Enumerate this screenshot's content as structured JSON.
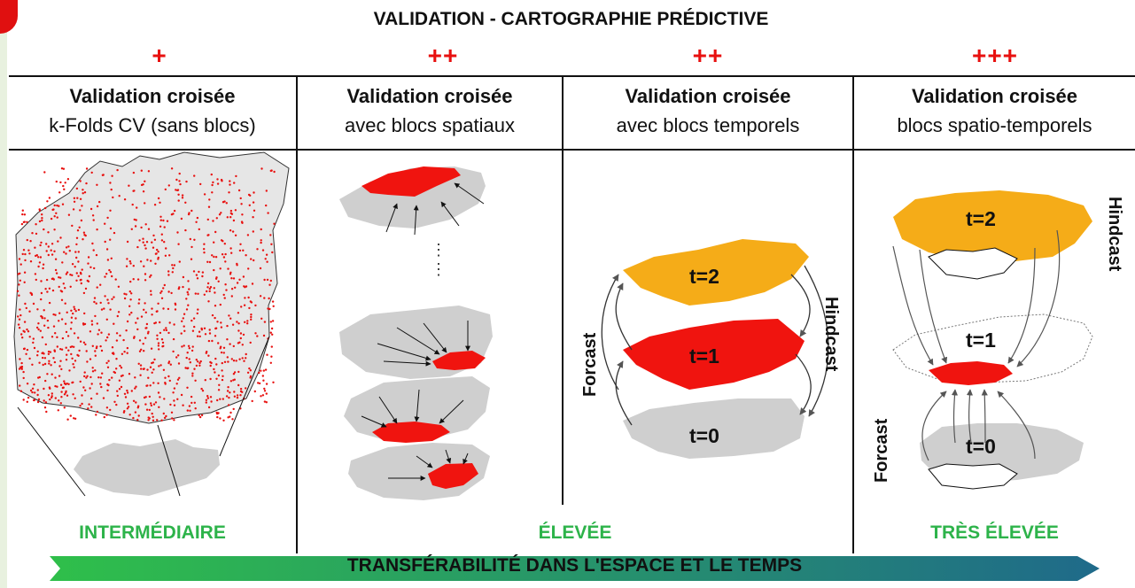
{
  "title": "VALIDATION - CARTOGRAPHIE PRÉDICTIVE",
  "ratings": [
    "+",
    "++",
    "++",
    "+++"
  ],
  "columns": [
    {
      "heading": "Validation croisée",
      "subheading": "k-Folds CV (sans blocs)"
    },
    {
      "heading": "Validation croisée",
      "subheading": "avec blocs spatiaux"
    },
    {
      "heading": "Validation croisée",
      "subheading": "avec blocs temporels"
    },
    {
      "heading": "Validation croisée",
      "subheading": "blocs spatio-temporels"
    }
  ],
  "levels": {
    "col1": "INTERMÉDIAIRE",
    "col2_3": "ÉLEVÉE",
    "col4": "TRÈS ÉLEVÉE"
  },
  "arrow_label": "TRANSFÉRABILITÉ DANS L'ESPACE ET LE TEMPS",
  "diagram_labels": {
    "t2": "t=2",
    "t1": "t=1",
    "t0": "t=0",
    "forcast": "Forcast",
    "hindcast": "Hindcast"
  },
  "colors": {
    "red": "#f0140f",
    "orange": "#f5ac18",
    "gray": "#cfcfcf",
    "green": "#2db34a",
    "arrow_start": "#2fbf4a",
    "arrow_end": "#1f6a8a"
  }
}
